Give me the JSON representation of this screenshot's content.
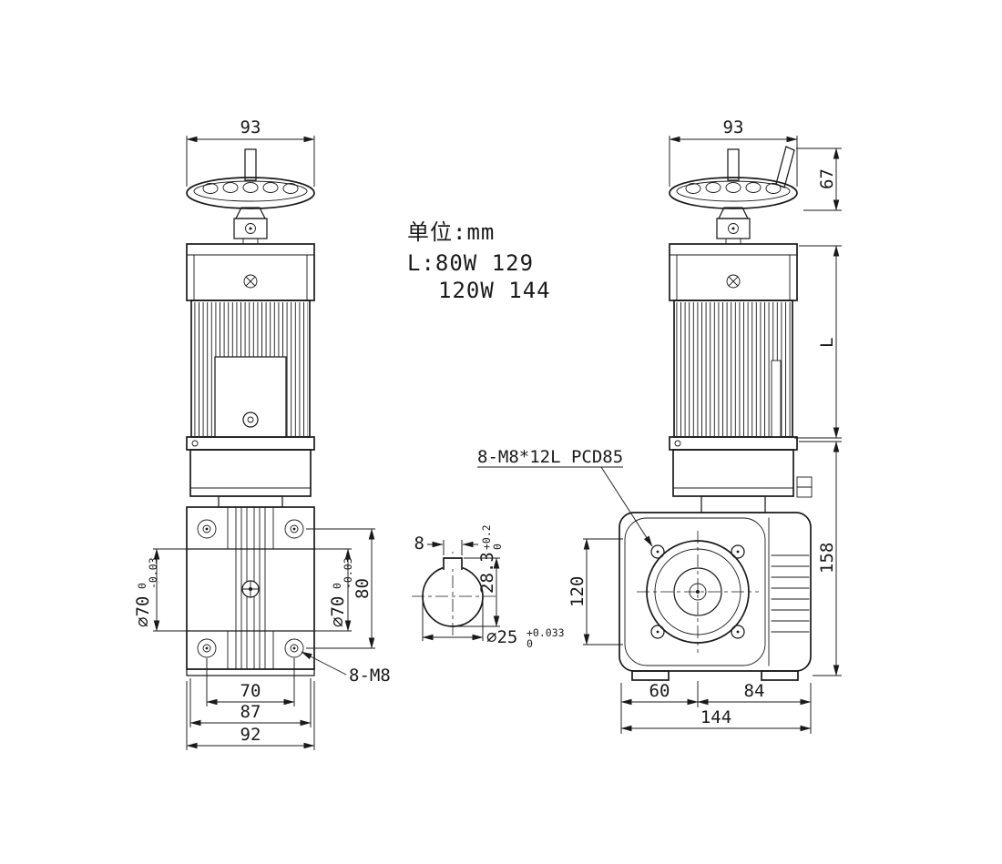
{
  "page": {
    "background": "#ffffff",
    "line_color": "#1a1a1a"
  },
  "notes": {
    "unit": "单位:mm",
    "length_spec_line1": "L:80W 129",
    "length_spec_line2": "120W 144",
    "pcd_callout": "8-M8*12L PCD85",
    "tap_callout": "8-M8"
  },
  "front_view": {
    "width_top": "93",
    "spigot_dia": "⌀70",
    "spigot_tol_up": "0",
    "spigot_tol_dn": "-0.03",
    "spigot_dia_r": "⌀70",
    "spigot_tol_up_r": "0",
    "spigot_tol_dn_r": "-0.03",
    "bolt_span_v": "80",
    "bolt_span_h": "70",
    "body_width": "87",
    "base_width": "92"
  },
  "side_view": {
    "width_top": "93",
    "handwheel_height": "67",
    "motor_length": "L",
    "gearbox_height": "158",
    "flange_size": "120",
    "offset_left": "60",
    "offset_right": "84",
    "overall_depth": "144"
  },
  "shaft_section": {
    "key_width": "8",
    "key_height": "28.3",
    "key_height_tol_up": "+0.2",
    "key_height_tol_dn": "0",
    "shaft_dia": "⌀25",
    "shaft_dia_tol_up": "+0.033",
    "shaft_dia_tol_dn": "0"
  }
}
